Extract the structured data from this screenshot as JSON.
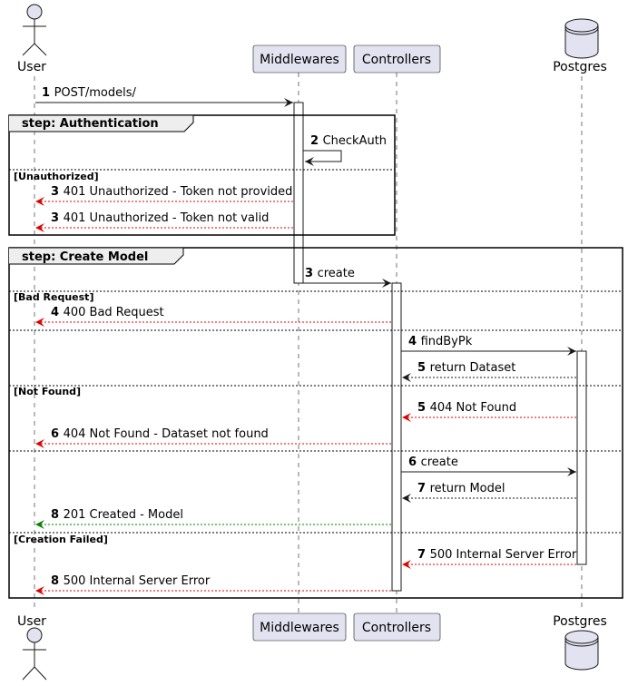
{
  "participants": {
    "user": {
      "label": "User",
      "kind": "actor"
    },
    "middlewares": {
      "label": "Middlewares",
      "kind": "participant"
    },
    "controllers": {
      "label": "Controllers",
      "kind": "participant"
    },
    "postgres": {
      "label": "Postgres",
      "kind": "database"
    }
  },
  "fragments": {
    "auth": {
      "title": "step: Authentication",
      "else_label": "[Unauthorized]"
    },
    "create": {
      "title": "step: Create Model",
      "else_labels": [
        "[Bad Request]",
        "",
        "[Not Found]",
        "",
        "[Creation Failed]"
      ]
    }
  },
  "messages": [
    {
      "num": "1",
      "text": "POST/models/",
      "from": "user",
      "to": "middlewares",
      "style": "solid",
      "color": "#181818"
    },
    {
      "num": "2",
      "text": "CheckAuth",
      "from": "middlewares",
      "to": "middlewares",
      "style": "solid",
      "color": "#181818"
    },
    {
      "num": "3",
      "text": "401 Unauthorized - Token not provided",
      "from": "middlewares",
      "to": "user",
      "style": "dashed",
      "color": "#e00000"
    },
    {
      "num": "3",
      "text": "401 Unauthorized - Token not valid",
      "from": "middlewares",
      "to": "user",
      "style": "dashed",
      "color": "#e00000"
    },
    {
      "num": "3",
      "text": "create",
      "from": "middlewares",
      "to": "controllers",
      "style": "solid",
      "color": "#181818"
    },
    {
      "num": "4",
      "text": "400 Bad Request",
      "from": "controllers",
      "to": "user",
      "style": "dashed",
      "color": "#e00000"
    },
    {
      "num": "4",
      "text": "findByPk",
      "from": "controllers",
      "to": "postgres",
      "style": "solid",
      "color": "#181818"
    },
    {
      "num": "5",
      "text": "return Dataset",
      "from": "postgres",
      "to": "controllers",
      "style": "dashed",
      "color": "#181818"
    },
    {
      "num": "5",
      "text": "404 Not Found",
      "from": "postgres",
      "to": "controllers",
      "style": "dashed",
      "color": "#e00000"
    },
    {
      "num": "6",
      "text": "404 Not Found - Dataset not found",
      "from": "controllers",
      "to": "user",
      "style": "dashed",
      "color": "#e00000"
    },
    {
      "num": "6",
      "text": "create",
      "from": "controllers",
      "to": "postgres",
      "style": "solid",
      "color": "#181818"
    },
    {
      "num": "7",
      "text": "return Model",
      "from": "postgres",
      "to": "controllers",
      "style": "dashed",
      "color": "#181818"
    },
    {
      "num": "8",
      "text": "201 Created - Model",
      "from": "controllers",
      "to": "user",
      "style": "dashed",
      "color": "#008000"
    },
    {
      "num": "7",
      "text": "500 Internal Server Error",
      "from": "postgres",
      "to": "controllers",
      "style": "dashed",
      "color": "#e00000"
    },
    {
      "num": "8",
      "text": "500 Internal Server Error",
      "from": "controllers",
      "to": "user",
      "style": "dashed",
      "color": "#e00000"
    }
  ]
}
